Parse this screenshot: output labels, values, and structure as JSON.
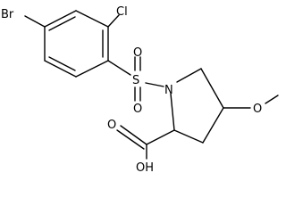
{
  "diagram": {
    "atoms": {
      "br": "Br",
      "cl": "Cl",
      "s": "S",
      "o_sulfonyl_top": "O",
      "o_sulfonyl_bottom": "O",
      "n": "N",
      "o_methoxy": "O",
      "o_carbonyl": "O",
      "oh": "OH"
    },
    "colors": {
      "bond": "#000000",
      "label": "#000000",
      "background": "#ffffff"
    }
  }
}
